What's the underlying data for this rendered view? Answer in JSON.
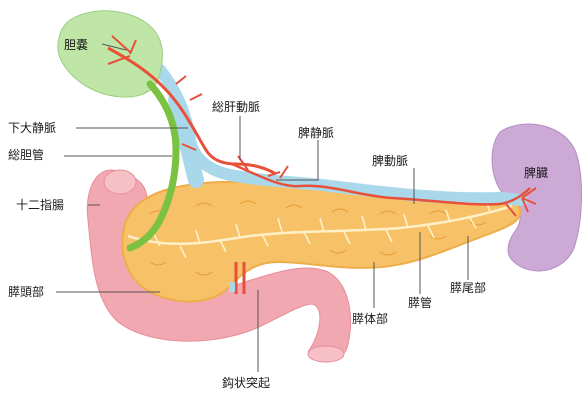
{
  "labels": {
    "gallbladder": "胆嚢",
    "ivc": "下大静脈",
    "common_bile_duct": "総胆管",
    "duodenum": "十二指腸",
    "pancreatic_head": "膵頭部",
    "uncinate_process": "鈎状突起",
    "common_hepatic_artery": "総肝動脈",
    "splenic_vein": "脾静脈",
    "splenic_artery": "脾動脈",
    "spleen": "脾臓",
    "pancreatic_body": "膵体部",
    "pancreatic_duct": "膵管",
    "pancreatic_tail": "膵尾部"
  },
  "colors": {
    "gallbladder": "#bfe6a6",
    "bile_duct": "#7cc242",
    "vein": "#a8d8ea",
    "artery": "#e8503a",
    "pancreas": "#f7c267",
    "pancreas_outline": "#efad4a",
    "duodenum": "#f2a8b0",
    "spleen": "#cdaad6",
    "duct": "#fff0c8",
    "leader": "#555555"
  }
}
